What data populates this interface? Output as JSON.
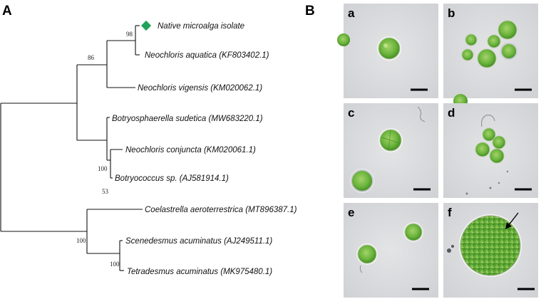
{
  "panels": {
    "tree": {
      "letter": "A"
    },
    "micrographs": {
      "letter": "B"
    }
  },
  "tree": {
    "taxa": [
      "Native microalga isolate",
      "Neochloris aquatica (KF803402.1)",
      "Neochloris vigensis (KM020062.1)",
      "Botryosphaerella sudetica (MW683220.1)",
      "Neochloris conjuncta (KM020061.1)",
      "Botryococcus sp. (AJ581914.1)",
      "Coelastrella aeroterrestrica (MT896387.1)",
      "Scenedesmus acuminatus (AJ249511.1)",
      "Tetradesmus acuminatus (MK975480.1)"
    ],
    "bootstrap": [
      "98",
      "86",
      "100",
      "53",
      "100",
      "100"
    ],
    "marker_color": "#1fa35a"
  },
  "micrographs": {
    "labels": [
      "a",
      "b",
      "c",
      "d",
      "e",
      "f"
    ]
  }
}
